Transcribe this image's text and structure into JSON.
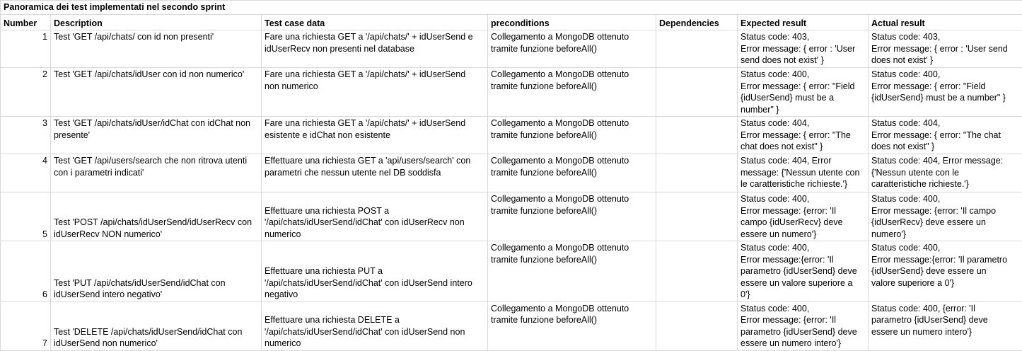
{
  "title": "Panoramica dei test implementati nel secondo sprint",
  "headers": {
    "number": "Number",
    "description": "Description",
    "test_case_data": "Test case data",
    "preconditions": "preconditions",
    "dependencies": "Dependencies",
    "expected": "Expected result",
    "actual": "Actual result"
  },
  "rows": [
    {
      "number": "1",
      "description": "Test 'GET /api/chats/ con id non presenti'",
      "test_case_data": "Fare una richiesta GET a '/api/chats/' + idUserSend e\nidUserRecv non presenti nel database",
      "preconditions": "Collegamento a MongoDB ottenuto\ntramite funzione beforeAll()",
      "dependencies": "",
      "expected": "Status code: 403,\nError message: { error : 'User\nsend does not exist' }",
      "actual": "Status code: 403,\nError message: { error : 'User send\ndoes not exist' }"
    },
    {
      "number": "2",
      "description": "Test 'GET /api/chats/idUser con id non numerico'",
      "test_case_data": "Fare una richiesta GET a '/api/chats/' + idUserSend\nnon numerico",
      "preconditions": "Collegamento a MongoDB ottenuto\ntramite funzione beforeAll()",
      "dependencies": "",
      "expected": "Status code: 400,\nError message: { error: \"Field\n{idUserSend} must be a\nnumber\" }",
      "actual": "Status code: 400,\nError message: { error: \"Field\n{idUserSend} must be a number\" }"
    },
    {
      "number": "3",
      "description": "Test 'GET /api/chats/idUser/idChat con idChat non\npresente'",
      "test_case_data": "Fare una richiesta GET a '/api/chats/' + idUserSend\nesistente e idChat non esistente",
      "preconditions": "Collegamento a MongoDB ottenuto\ntramite funzione beforeAll()",
      "dependencies": "",
      "expected": "Status code: 404,\nError message: { error: \"The\nchat does not exist\" }",
      "actual": "Status code: 404,\nError message: { error: \"The chat\ndoes not exist\" }"
    },
    {
      "number": "4",
      "description": "Test 'GET /api/users/search che non ritrova utenti\ncon i parametri indicati'",
      "test_case_data": "Effettuare una richiesta GET a 'api/users/search' con\nparametri che nessun utente nel DB soddisfa",
      "preconditions": "Collegamento a MongoDB ottenuto\ntramite funzione beforeAll()",
      "dependencies": "",
      "expected": "Status code: 404, Error\nmessage: {'Nessun utente con\nle caratteristiche richieste.'}",
      "actual": "Status code: 404, Error message:\n{'Nessun utente con le\ncaratteristiche richieste.'}"
    },
    {
      "number": "5",
      "description": "Test 'POST /api/chats/idUserSend/idUserRecv con\nidUserRecv NON numerico'",
      "test_case_data": "Effettuare una richiesta POST a\n'/api/chats/idUserSend/idChat' con idUserRecv non\nnumerico",
      "preconditions": "Collegamento a MongoDB ottenuto\ntramite funzione beforeAll()",
      "dependencies": "",
      "expected": "Status code: 400,\nError message: {error: 'Il\ncampo {idUserRecv} deve\nessere un numero'}",
      "actual": "Status code: 400,\nError message: {error: 'Il campo\n{idUserRecv} deve essere un\nnumero'}"
    },
    {
      "number": "6",
      "description": "Test 'PUT /api/chats/idUserSend/idChat con\nidUserSend intero negativo'",
      "test_case_data": "Effettuare una richiesta PUT a\n'/api/chats/idUserSend/idChat' con idUserSend intero\nnegativo",
      "preconditions": "Collegamento a MongoDB ottenuto\ntramite funzione beforeAll()",
      "dependencies": "",
      "expected": "Status code: 400,\nError message:{error: 'Il\nparametro {idUserSend} deve\nessere un valore superiore a\n0'}",
      "actual": "Status code: 400,\nError message:{error: 'Il parametro\n{idUserSend} deve essere un\nvalore superiore a 0'}"
    },
    {
      "number": "7",
      "description": "Test 'DELETE /api/chats/idUserSend/idChat con\nidUserSend non numerico'",
      "test_case_data": "Effettuare una richiesta DELETE a\n'/api/chats/idUserSend/idChat' con idUserSend non\nnumerico",
      "preconditions": "Collegamento a MongoDB ottenuto\ntramite funzione beforeAll()",
      "dependencies": "",
      "expected": "Status code: 400,\nError message: {error: 'Il\nparametro {idUserSend} deve\nessere un numero intero'}",
      "actual": "Status code: 400, {error: 'Il\nparametro {idUserSend} deve\nessere un numero intero'}"
    }
  ]
}
